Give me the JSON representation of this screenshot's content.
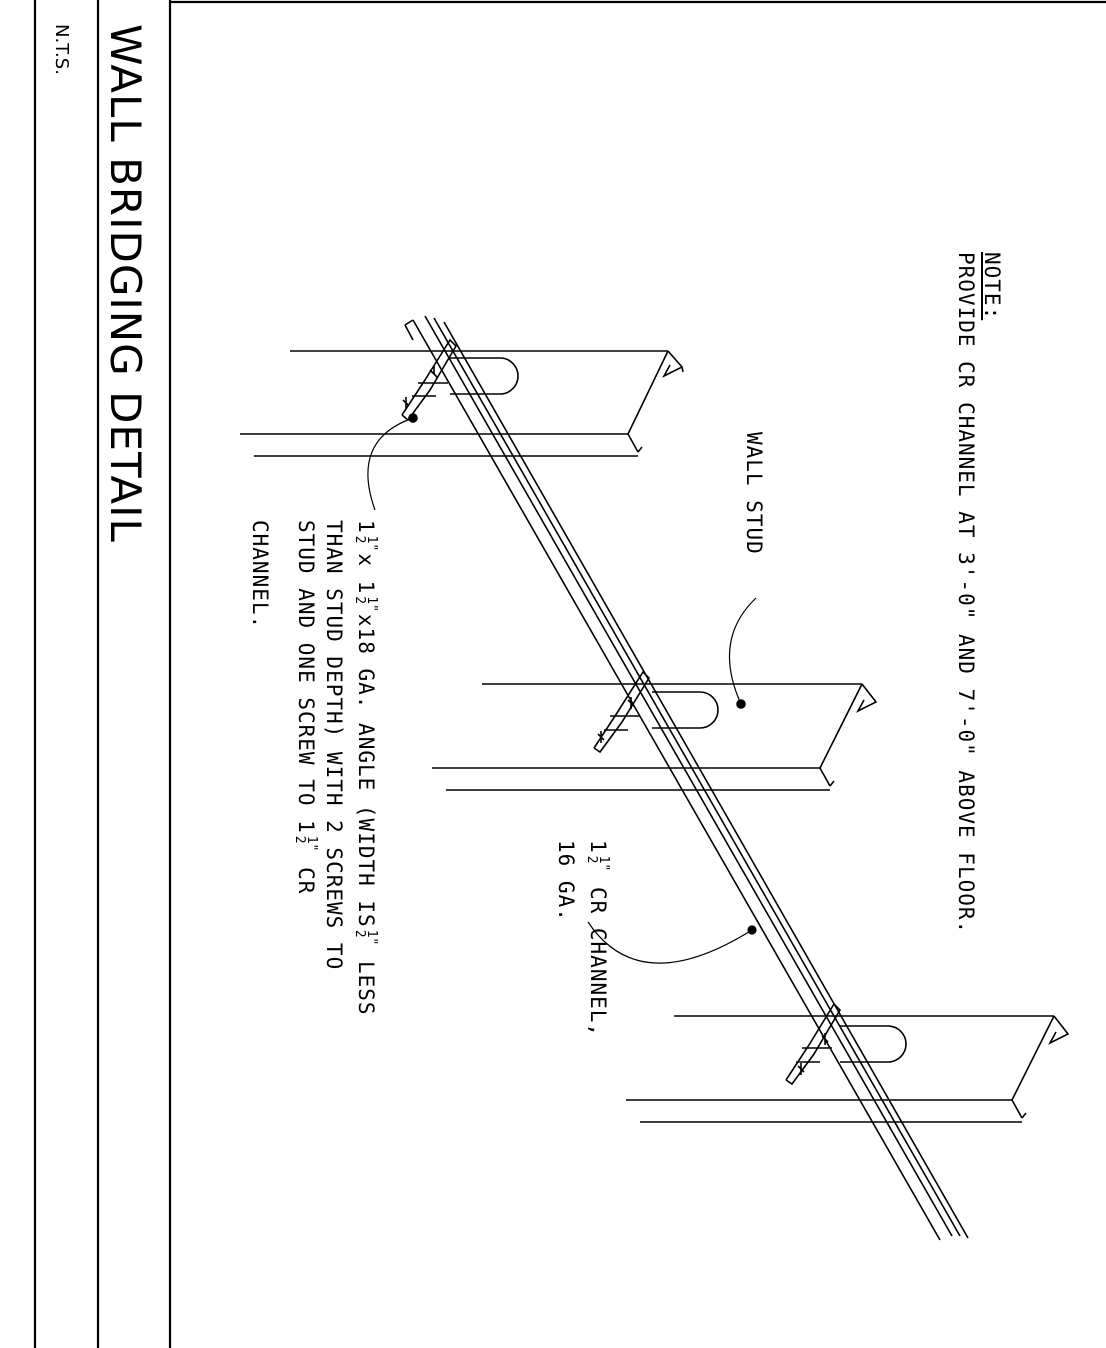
{
  "title_block": {
    "title": "WALL BRIDGING DETAIL",
    "scale": "N.T.S."
  },
  "note": {
    "heading": "NOTE:",
    "text": "PROVIDE CR CHANNEL AT 3'-0\" AND 7'-0\" ABOVE FLOOR."
  },
  "labels": {
    "wall_stud": "WALL STUD",
    "channel_line1_whole": "1",
    "channel_line1_frac_num": "1\"",
    "channel_line1_frac_den": "2",
    "channel_line1_rest": " CR CHANNEL,",
    "channel_line2": "16 GA.",
    "angle_line1_a": "1",
    "angle_line1_b": "x 1",
    "angle_line1_c": "x18 GA. ANGLE (WIDTH IS",
    "angle_line1_d": " LESS",
    "angle_frac_num": "1\"",
    "angle_frac_den": "2",
    "angle_line2": "THAN STUD DEPTH) WITH 2 SCREWS TO",
    "angle_line3_a": "STUD AND ONE SCREW TO 1",
    "angle_line3_b": " CR",
    "angle_line4": "CHANNEL."
  }
}
